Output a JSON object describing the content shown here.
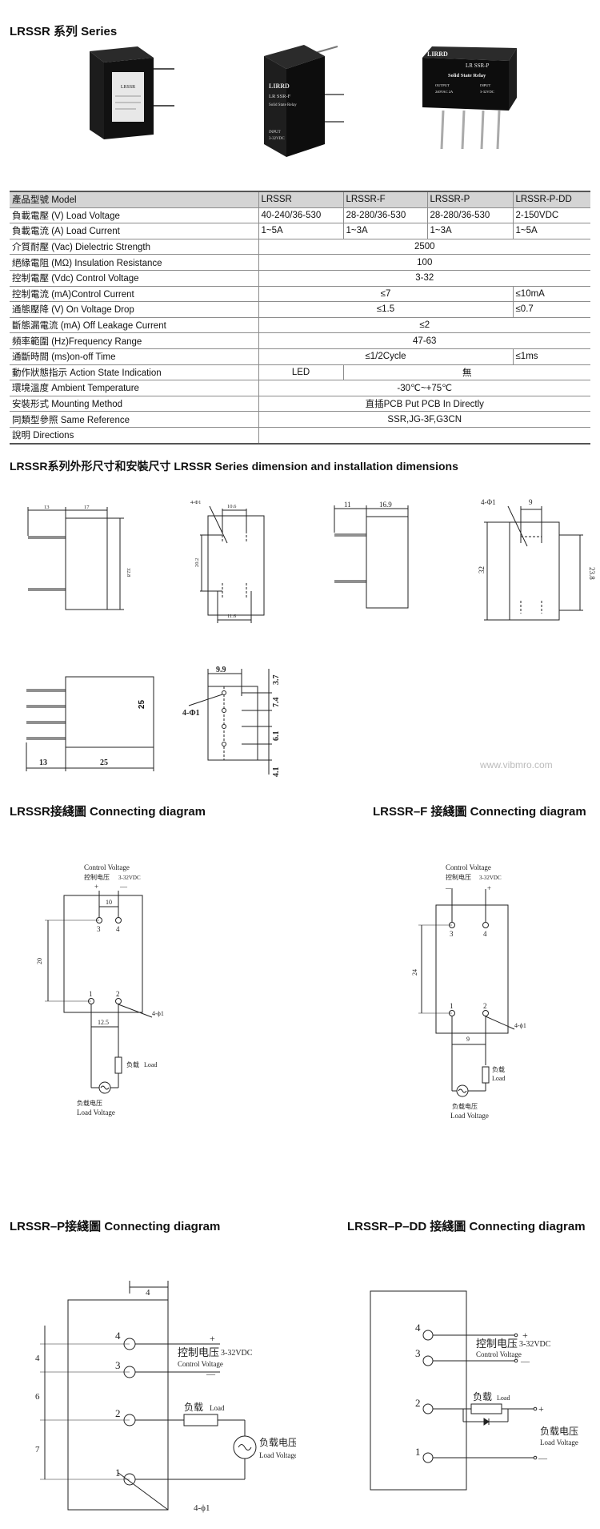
{
  "series_title": "LRSSR 系列 Series",
  "photos": {
    "p1": {
      "lines": [
        "LRSSR"
      ]
    },
    "p2": {
      "lines": [
        "LIRRD",
        "LR SSR-F",
        "Solid State Relay",
        "INPUT",
        "3-32VDC"
      ]
    },
    "p3": {
      "lines": [
        "LIRRD",
        "LR SSR-P",
        "Solid State Relay",
        "OUTPUT",
        "240VAC 2A",
        "INPUT",
        "3-32VDC"
      ]
    }
  },
  "spec_table": {
    "header": [
      "產品型號 Model",
      "LRSSR",
      "LRSSR-F",
      "LRSSR-P",
      "LRSSR-P-DD"
    ],
    "rows": [
      {
        "label": "負載電壓 (V) Load Voltage",
        "cells": [
          "40-240/36-530",
          "28-280/36-530",
          "28-280/36-530",
          "2-150VDC"
        ]
      },
      {
        "label": "負載電流 (A) Load Current",
        "cells": [
          "1~5A",
          "1~3A",
          "1~3A",
          "1~5A"
        ]
      },
      {
        "label": "介質耐壓 (Vac) Dielectric Strength",
        "span4": "2500"
      },
      {
        "label": "絕緣電阻 (MΩ) Insulation Resistance",
        "span4": "100"
      },
      {
        "label": "控制電壓 (Vdc) Control Voltage",
        "span4": "3-32"
      },
      {
        "label": "控制電流 (mA)Control Current",
        "span3": "≤7",
        "last": "≤10mA"
      },
      {
        "label": "通態壓降 (V) On Voltage Drop",
        "span3": "≤1.5",
        "last": "≤0.7"
      },
      {
        "label": "斷態漏電流 (mA) Off Leakage Current",
        "span4": "≤2"
      },
      {
        "label": "頻率範圍 (Hz)Frequency Range",
        "span4": "47-63"
      },
      {
        "label": "通斷時間 (ms)on-off Time",
        "span3": "≤1/2Cycle",
        "last": "≤1ms"
      },
      {
        "label": "動作狀態指示 Action State Indication",
        "first": "LED",
        "span3b": "無"
      },
      {
        "label": "環境溫度 Ambient Temperature",
        "span4": "-30℃~+75℃"
      },
      {
        "label": "安裝形式 Mounting Method",
        "span4": "直插PCB Put PCB In Directly"
      },
      {
        "label": "同類型參照 Same Reference",
        "span4": "SSR,JG-3F,G3CN"
      },
      {
        "label": "說明 Directions",
        "span4": ""
      }
    ]
  },
  "dimension_title": "LRSSR系列外形尺寸和安裝尺寸 LRSSR Series dimension and installation dimensions",
  "dims": {
    "d1": [
      "13",
      "17",
      "32.8"
    ],
    "d2": [
      "4-Φ1",
      "10.6",
      "20.2",
      "11.6"
    ],
    "d3": [
      "11",
      "16.9"
    ],
    "d4": [
      "4-Φ1",
      "9",
      "32",
      "23.8"
    ],
    "d5": [
      "13",
      "25",
      "25"
    ],
    "d6": [
      "9.9",
      "3.7",
      "4-Φ1",
      "7.4",
      "6.1",
      "4.1"
    ]
  },
  "watermark": "www.vibmro.com",
  "diagrams": {
    "lrssr": {
      "title": "LRSSR接綫圖 Connecting diagram",
      "ctrl_en": "Control Voltage",
      "ctrl_cn": "控制电压",
      "ctrl_v": "3-32VDC",
      "plus": "+",
      "minus": "—",
      "pins": [
        "3",
        "4",
        "1",
        "2"
      ],
      "dim_a": "10",
      "dim_b": "20",
      "dim_c": "12.5",
      "hole": "4-ϕ1",
      "load_cn": "负载",
      "load_en": "Load",
      "lv_cn": "负载电压",
      "lv_en": "Load Voltage"
    },
    "lrssr_f": {
      "title": "LRSSR–F 接綫圖 Connecting diagram",
      "ctrl_en": "Control Voltage",
      "ctrl_cn": "控制电压",
      "ctrl_v": "3-32VDC",
      "plus": "+",
      "minus": "—",
      "pins": [
        "3",
        "4",
        "1",
        "2"
      ],
      "dim_b": "24",
      "dim_c": "9",
      "hole": "4-ϕ1",
      "load_cn": "负载",
      "load_en": "Load",
      "lv_cn": "负载电压",
      "lv_en": "Load Voltage"
    },
    "lrssr_p": {
      "title": "LRSSR–P接綫圖 Connecting diagram",
      "dims": [
        "4",
        "4",
        "6",
        "7"
      ],
      "pins": [
        "4",
        "3",
        "2",
        "1"
      ],
      "ctrl_cn": "控制电压",
      "ctrl_v": "3-32VDC",
      "ctrl_en": "Control Voltage",
      "plus": "+",
      "minus": "—",
      "load_cn": "负载",
      "load_en": "Load",
      "lv_cn": "负载电压",
      "lv_en": "Load Voltage",
      "hole": "4-ϕ1"
    },
    "lrssr_pdd": {
      "title": "LRSSR–P–DD 接綫圖 Connecting diagram",
      "pins": [
        "4",
        "3",
        "2",
        "1"
      ],
      "ctrl_cn": "控制电压",
      "ctrl_v": "3-32VDC",
      "ctrl_en": "Control Voltage",
      "plus": "+",
      "minus": "—",
      "load_cn": "负载",
      "load_en": "Load",
      "lv_cn": "负载电压",
      "lv_en": "Load Voltage"
    }
  }
}
